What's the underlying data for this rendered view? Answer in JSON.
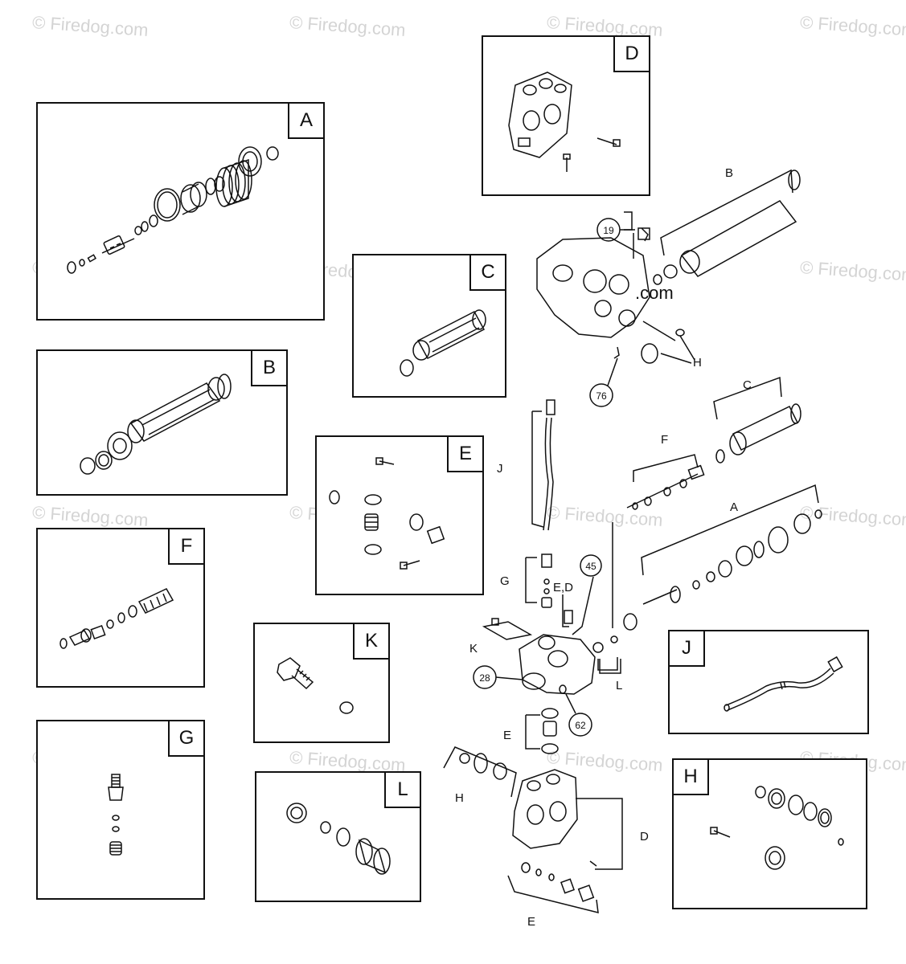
{
  "watermark": "© Firedog.com",
  "watermark_fragment": ".com",
  "insets": [
    {
      "id": "A",
      "label": "A"
    },
    {
      "id": "B",
      "label": "B"
    },
    {
      "id": "C",
      "label": "C"
    },
    {
      "id": "D",
      "label": "D"
    },
    {
      "id": "E",
      "label": "E"
    },
    {
      "id": "F",
      "label": "F"
    },
    {
      "id": "G",
      "label": "G"
    },
    {
      "id": "H",
      "label": "H"
    },
    {
      "id": "J",
      "label": "J"
    },
    {
      "id": "K",
      "label": "K"
    },
    {
      "id": "L",
      "label": "L"
    }
  ],
  "callouts": {
    "n19": "19",
    "n76": "76",
    "n45": "45",
    "n28": "28",
    "n62": "62"
  },
  "brackets": {
    "B": "B",
    "C": "C",
    "F": "F",
    "A": "A",
    "J": "J",
    "G": "G",
    "ED": "E,D",
    "K": "K",
    "L": "L",
    "H_top": "H",
    "E_mid": "E",
    "H_bottom": "H",
    "D": "D",
    "E_bottom": "E"
  }
}
